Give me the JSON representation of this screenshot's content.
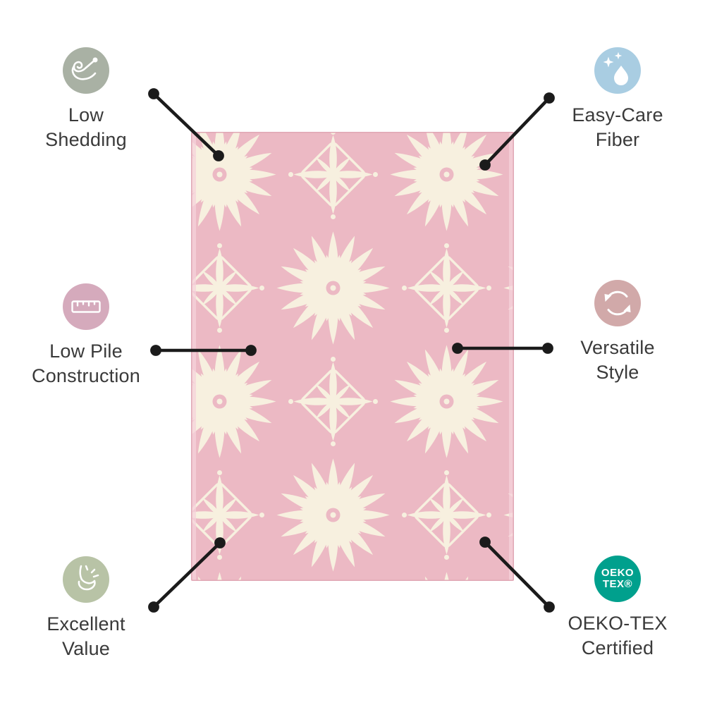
{
  "page": {
    "background_color": "#ffffff",
    "text_color": "#3a3a3a",
    "connector_color": "#1b1b1b"
  },
  "rug": {
    "description": "pink-and-cream floral medallion area rug",
    "base_color": "#ecb9c4",
    "pattern_color": "#f7f0df",
    "edge_color": "#f5d3db"
  },
  "features": [
    {
      "id": "low-shedding",
      "label_lines": [
        "Low",
        "Shedding"
      ],
      "icon": "needle-thread-icon",
      "circle_color": "#a9b1a4"
    },
    {
      "id": "easy-care",
      "label_lines": [
        "Easy-Care",
        "Fiber"
      ],
      "icon": "water-drop-sparkle-icon",
      "circle_color": "#a9cde2"
    },
    {
      "id": "low-pile",
      "label_lines": [
        "Low Pile",
        "Construction"
      ],
      "icon": "ruler-icon",
      "circle_color": "#d5aabc"
    },
    {
      "id": "versatile",
      "label_lines": [
        "Versatile",
        "Style"
      ],
      "icon": "rotating-arrows-icon",
      "circle_color": "#d1a9a9"
    },
    {
      "id": "excellent-value",
      "label_lines": [
        "Excellent",
        "Value"
      ],
      "icon": "finger-snap-icon",
      "circle_color": "#b8c3a6"
    },
    {
      "id": "oeko-tex",
      "label_lines": [
        "OEKO-TEX",
        "Certified"
      ],
      "icon": "oeko-tex-badge",
      "circle_color": "#00a08d",
      "badge_lines": [
        "OEKO",
        "TEX®"
      ]
    }
  ]
}
